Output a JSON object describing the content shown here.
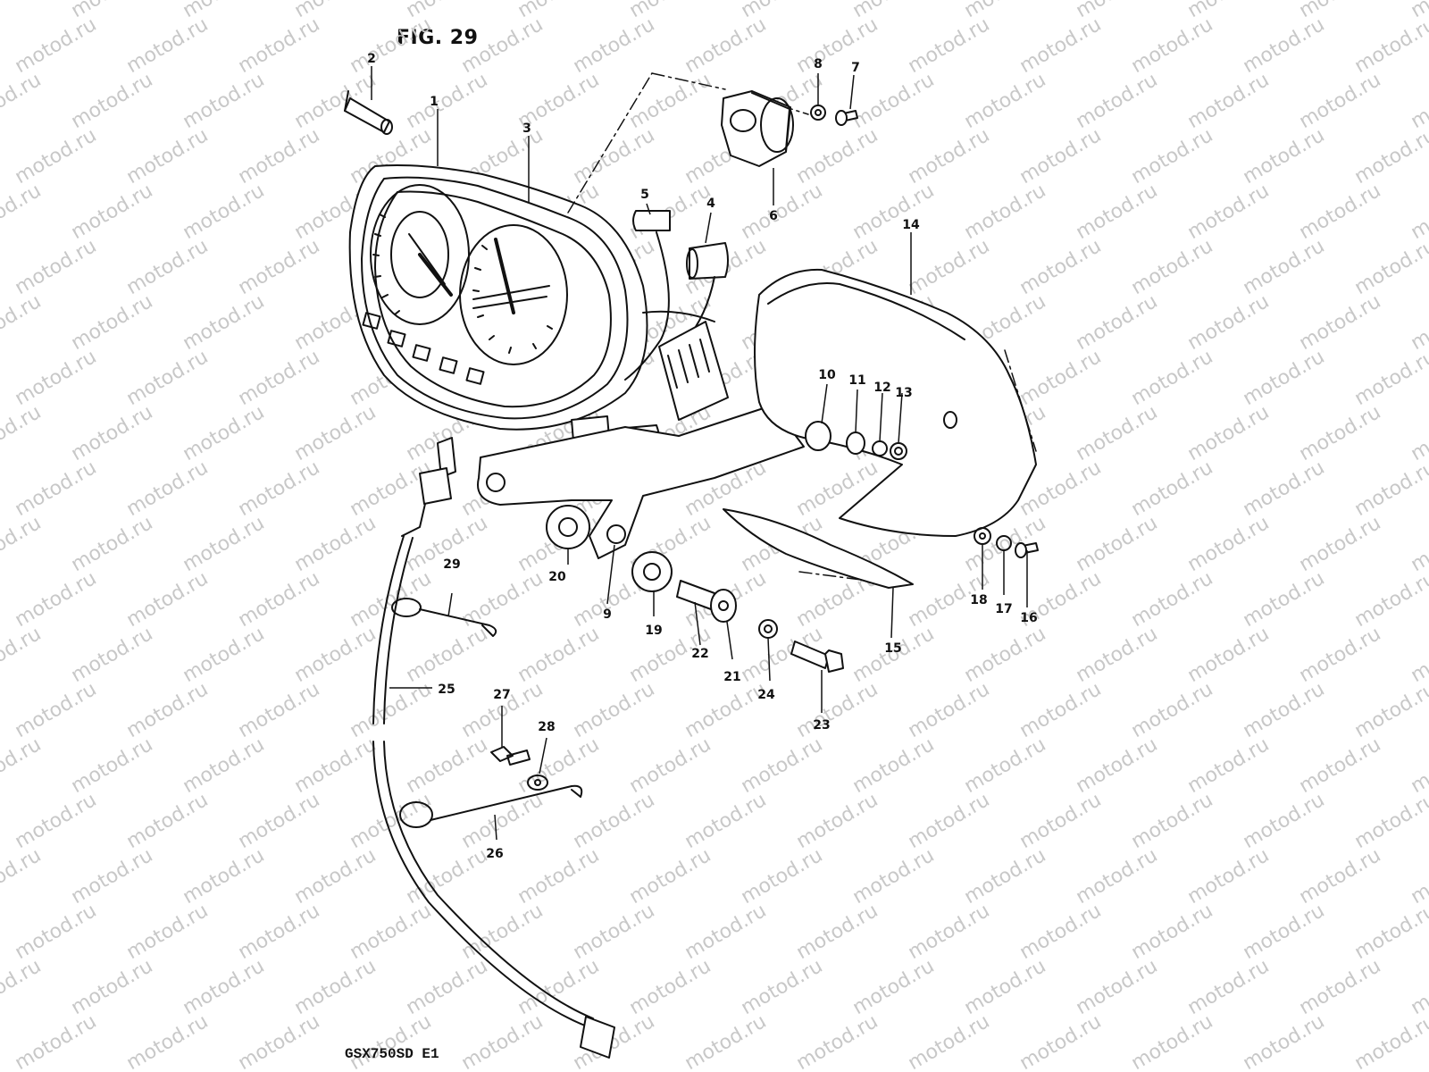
{
  "figure": {
    "title": "FIG. 29",
    "model": "GSX750SD  E1"
  },
  "watermark": "motod.ru",
  "colors": {
    "ink": "#111111",
    "watermark": "#c8c8c8",
    "paper": "#ffffff"
  },
  "callouts": [
    {
      "id": "1",
      "label": "1"
    },
    {
      "id": "2",
      "label": "2"
    },
    {
      "id": "3",
      "label": "3"
    },
    {
      "id": "4",
      "label": "4"
    },
    {
      "id": "5",
      "label": "5"
    },
    {
      "id": "6",
      "label": "6"
    },
    {
      "id": "7",
      "label": "7"
    },
    {
      "id": "8",
      "label": "8"
    },
    {
      "id": "9",
      "label": "9"
    },
    {
      "id": "10",
      "label": "10"
    },
    {
      "id": "11",
      "label": "11"
    },
    {
      "id": "12",
      "label": "12"
    },
    {
      "id": "13",
      "label": "13"
    },
    {
      "id": "14",
      "label": "14"
    },
    {
      "id": "15",
      "label": "15"
    },
    {
      "id": "16",
      "label": "16"
    },
    {
      "id": "17",
      "label": "17"
    },
    {
      "id": "18",
      "label": "18"
    },
    {
      "id": "19",
      "label": "19"
    },
    {
      "id": "20",
      "label": "20"
    },
    {
      "id": "21",
      "label": "21"
    },
    {
      "id": "22",
      "label": "22"
    },
    {
      "id": "23",
      "label": "23"
    },
    {
      "id": "24",
      "label": "24"
    },
    {
      "id": "25",
      "label": "25"
    },
    {
      "id": "26",
      "label": "26"
    },
    {
      "id": "27",
      "label": "27"
    },
    {
      "id": "28",
      "label": "28"
    },
    {
      "id": "29",
      "label": "29"
    }
  ]
}
